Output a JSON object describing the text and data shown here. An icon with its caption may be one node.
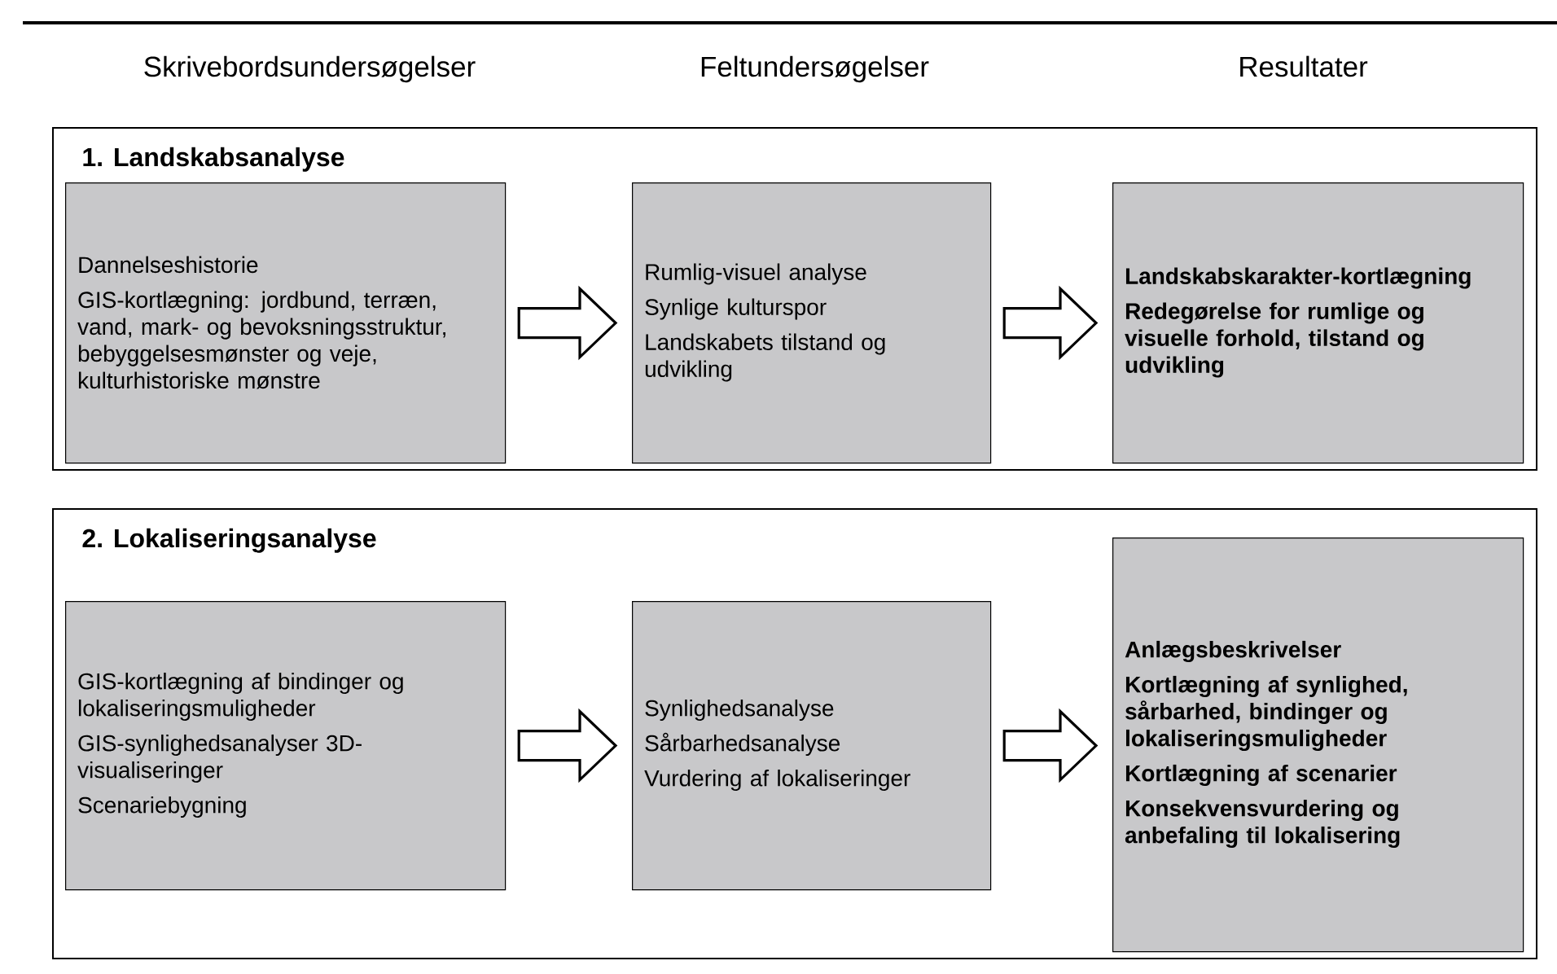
{
  "diagram": {
    "nodes": [
      {
        "text": [
          "1. Landskabsanalyse"
        ]
      },
      {
        "text": [
          "Dannelseshistorie",
          "GIS-kortlægning: jordbund, terræn, vand, mark- og bevoksningsstruktur, bebyggelsesmønster og veje, kulturhistoriske mønstre"
        ],
        "in": 0
      },
      {
        "text": [
          "Rumlig-visuel analyse",
          "Synlige kulturspor",
          "Landskabets tilstand og udvikling"
        ],
        "in": 0
      },
      {
        "text": [
          "Landskabskarakter-kortlægning",
          "Redegørelse for rumlige og visuelle forhold, tilstand og udvikling"
        ],
        "in": 0
      },
      {
        "text": [
          "2. Lokaliseringsanalyse"
        ]
      },
      {
        "text": [
          "GIS-kortlægning af bindinger og lokaliseringsmuligheder",
          "GIS-synlighedsanalyser 3D-visualiseringer",
          "Scenariebygning"
        ],
        "in": 4
      },
      {
        "text": [
          "Synlighedsanalyse",
          "Sårbarhedsanalyse",
          "Vurdering af lokaliseringer"
        ],
        "in": 4
      },
      {
        "text": [
          "Anlægsbeskrivelser",
          "Kortlægning af synlighed, sårbarhed, bindinger og lokaliseringsmuligheder",
          "Kortlægning af scenarier",
          "Konsekvensvurdering og anbefaling til lokalisering"
        ],
        "in": 4
      }
    ],
    "edges": [
      {
        "from": 1,
        "to": 2,
        "arrow": "to"
      },
      {
        "from": 2,
        "to": 3,
        "arrow": "to"
      },
      {
        "from": 5,
        "to": 6,
        "arrow": "to"
      },
      {
        "from": 6,
        "to": 7,
        "arrow": "to"
      }
    ],
    "labels": [
      "Skrivebordsundersøgelser",
      "Feltundersøgelser",
      "Resultater"
    ]
  }
}
